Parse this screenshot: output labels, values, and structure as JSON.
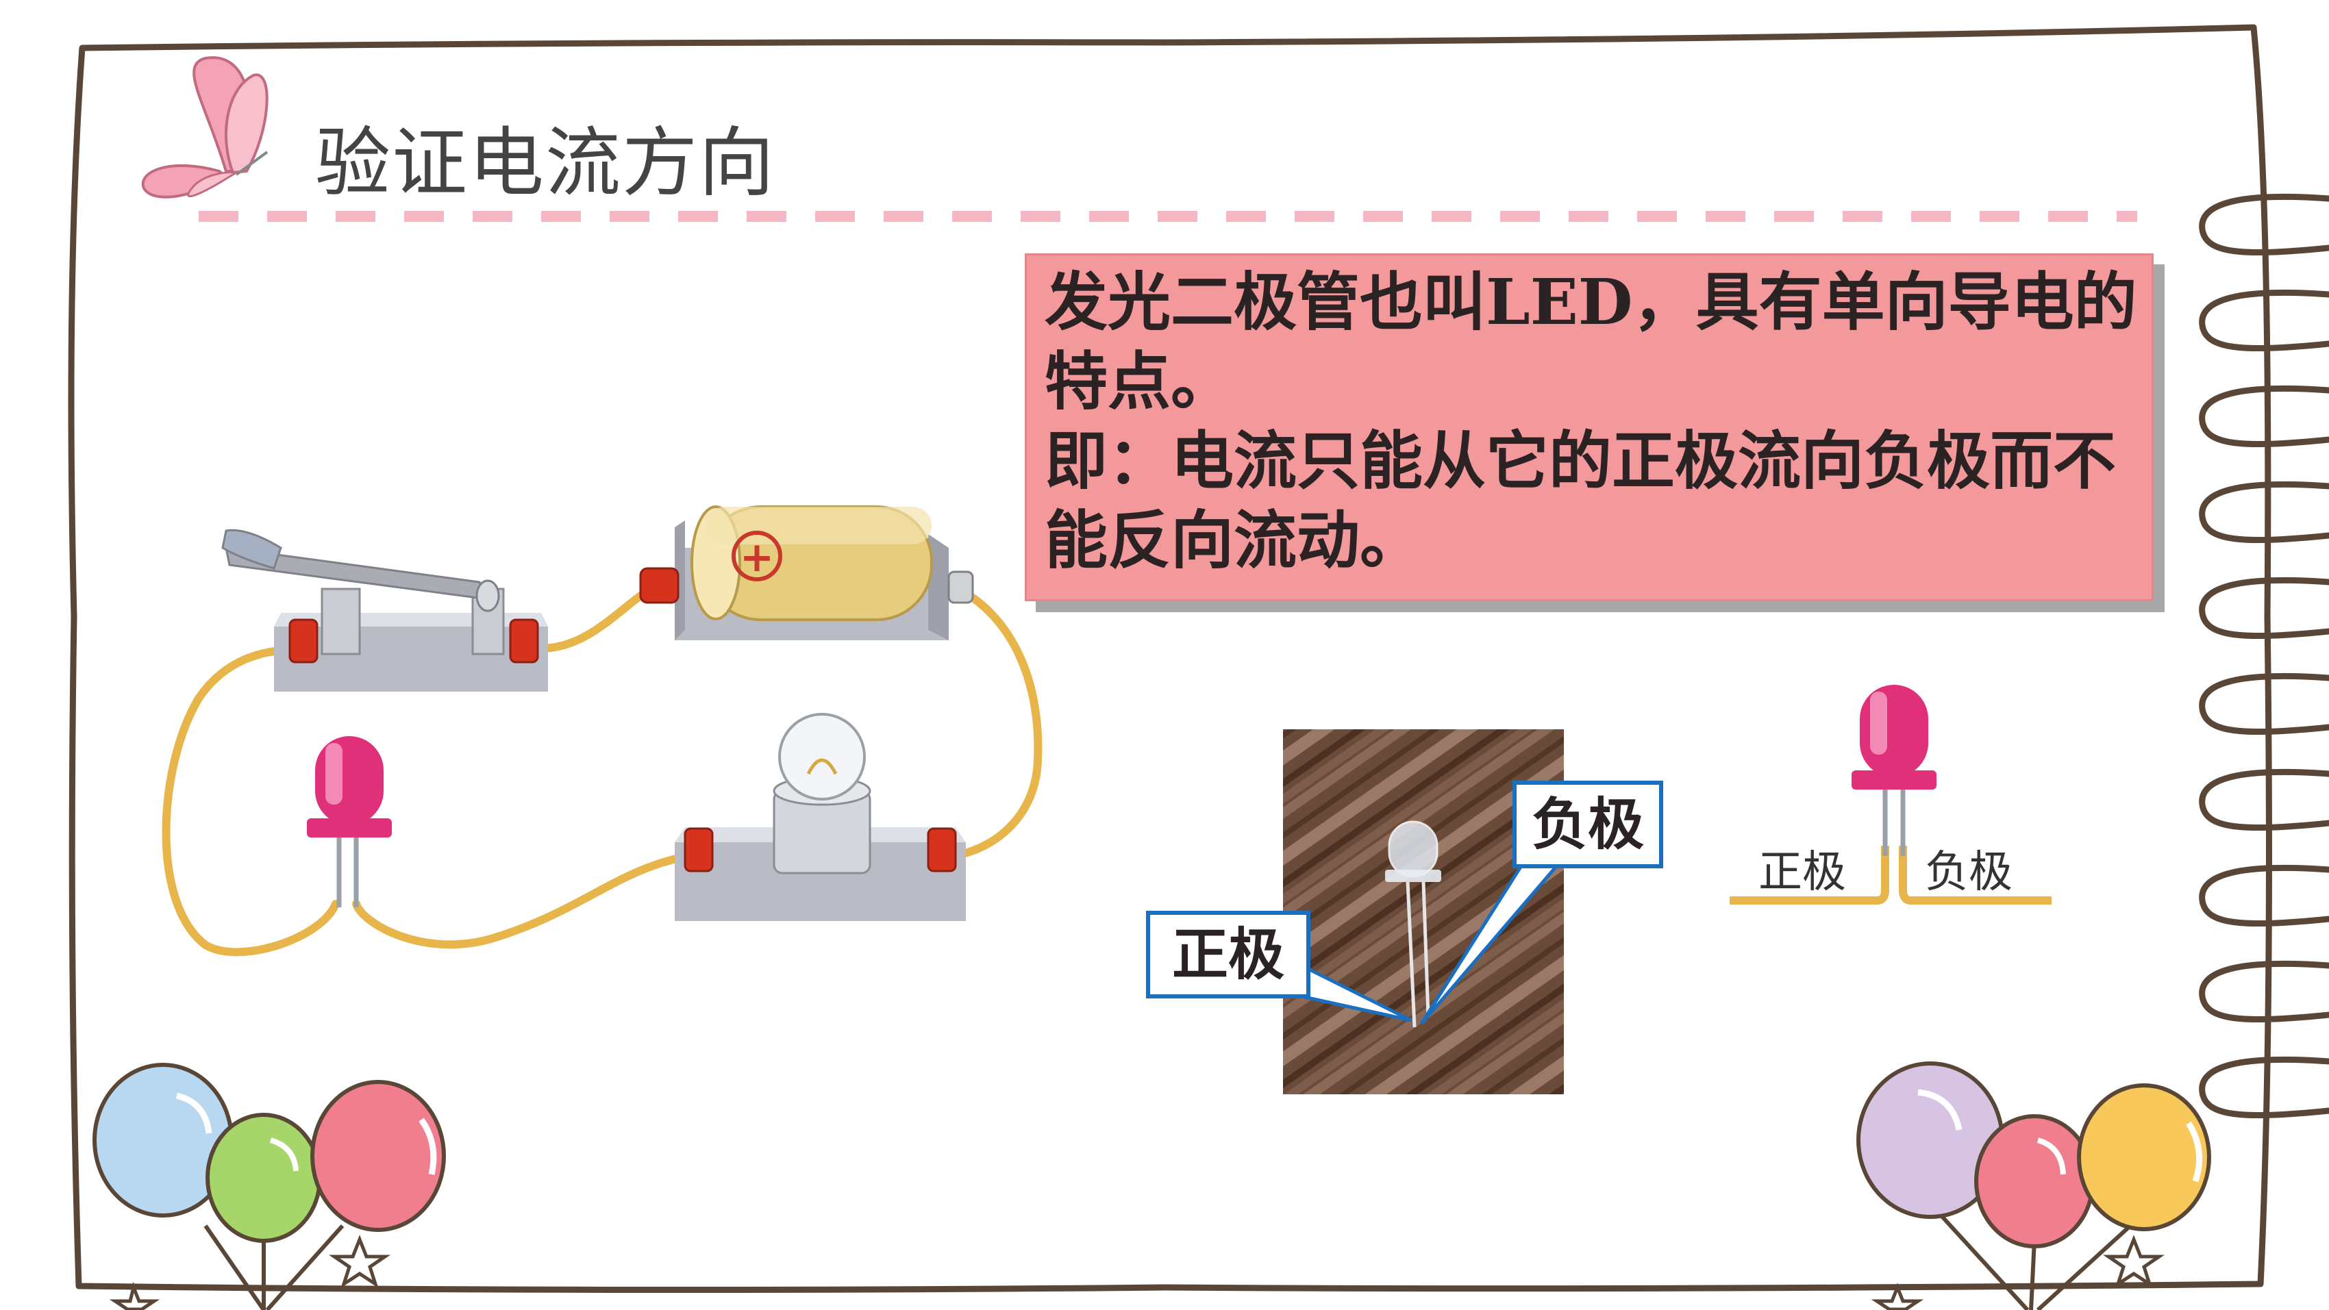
{
  "title": "验证电流方向",
  "info": {
    "line1": "发光二极管也叫LED，具有单向导电的特点。",
    "line2": "即：电流只能从它的正极流向负极而不能反向流动。"
  },
  "photo_labels": {
    "negative": "负极",
    "positive": "正极"
  },
  "diagram_labels": {
    "positive": "正极",
    "negative": "负极"
  },
  "battery_symbol": "+",
  "colors": {
    "page_border": "#5a4636",
    "dash_pink": "#f4b7c3",
    "info_bg": "#f3999b",
    "callout_border": "#1a6fc0",
    "wire": "#e7b54a",
    "led": "#e0307a"
  },
  "icons": [
    "butterfly-icon",
    "balloon-icon",
    "star-icon"
  ]
}
